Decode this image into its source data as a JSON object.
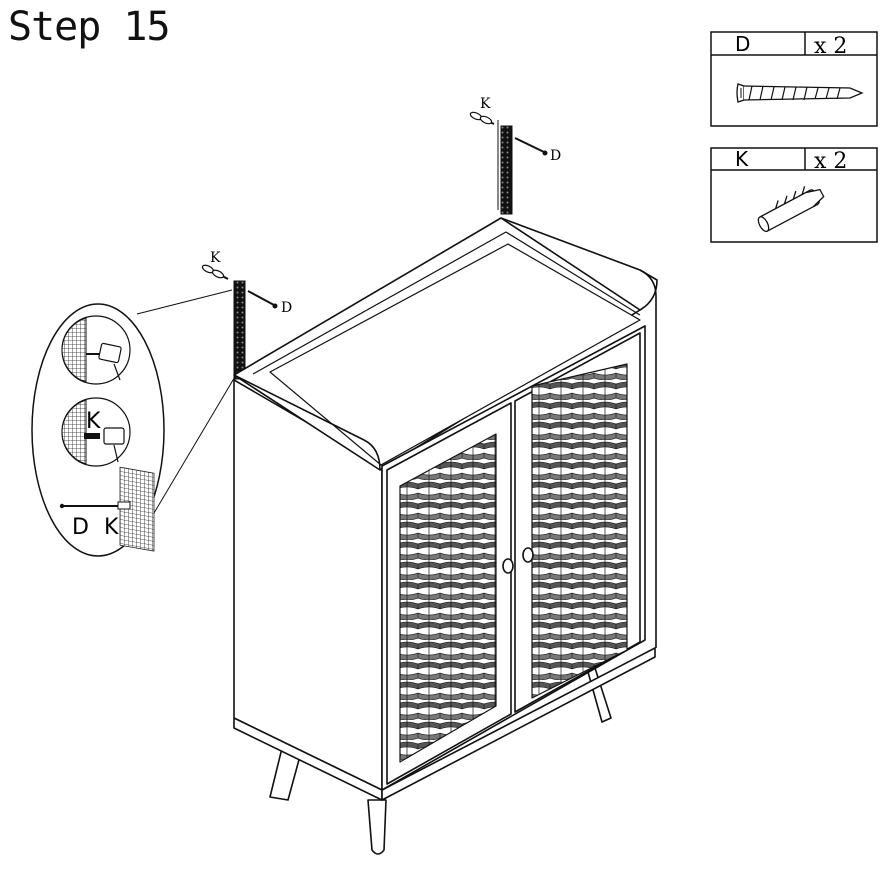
{
  "step": {
    "title": "Step 15"
  },
  "parts": [
    {
      "letter": "D",
      "qty": "x 2",
      "icon": "screw-icon"
    },
    {
      "letter": "K",
      "qty": "x 2",
      "icon": "wall-anchor-icon"
    }
  ],
  "callouts": {
    "anchor_right": "K",
    "screw_right": "D",
    "anchor_left": "K",
    "screw_left": "D"
  },
  "detail": {
    "label_k": "K",
    "label_d": "D",
    "label_k2": "K"
  }
}
